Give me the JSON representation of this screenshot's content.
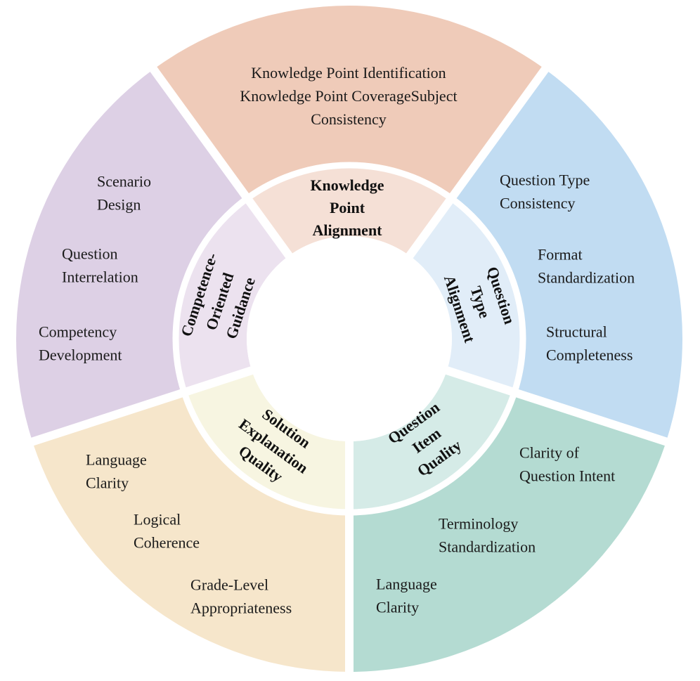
{
  "colors": {
    "background": "#ffffff",
    "separator": "#ffffff",
    "knowledge_outer": "#efcbb9",
    "knowledge_inner": "#f5e0d6",
    "question_type_outer": "#c1dcf2",
    "question_type_inner": "#e1edf8",
    "item_quality_outer": "#b4dbd2",
    "item_quality_inner": "#d5ebe7",
    "solution_outer": "#f6e6cb",
    "solution_inner": "#f7f5e1",
    "competence_outer": "#ddd0e5",
    "competence_inner": "#ece2ef"
  },
  "segments": [
    {
      "key": "knowledge",
      "core": [
        "Knowledge",
        "Point",
        "Alignment"
      ],
      "items": [
        [
          "Knowledge Point Identification",
          "Knowledge Point CoverageSubject",
          "Consistency"
        ]
      ]
    },
    {
      "key": "question_type",
      "core": [
        "Question",
        "Type",
        "Alignment"
      ],
      "items": [
        [
          "Question Type",
          "Consistency"
        ],
        [
          "Format",
          "Standardization"
        ],
        [
          "Structural",
          "Completeness"
        ]
      ]
    },
    {
      "key": "item_quality",
      "core": [
        "Question",
        "Item",
        "Quality"
      ],
      "items": [
        [
          "Clarity of",
          "Question Intent"
        ],
        [
          "Terminology",
          "Standardization"
        ],
        [
          "Language",
          "Clarity"
        ]
      ]
    },
    {
      "key": "solution",
      "core": [
        "Solution",
        "Explanation",
        "Quality"
      ],
      "items": [
        [
          "Language",
          "Clarity"
        ],
        [
          "Logical",
          "Coherence"
        ],
        [
          "Grade-Level",
          "Appropriateness"
        ]
      ]
    },
    {
      "key": "competence",
      "core": [
        "Competence-",
        "Oriented",
        "Guidance"
      ],
      "items": [
        [
          "Scenario",
          "Design"
        ],
        [
          "Question",
          "Interrelation"
        ],
        [
          "Competency",
          "Development"
        ]
      ]
    }
  ]
}
